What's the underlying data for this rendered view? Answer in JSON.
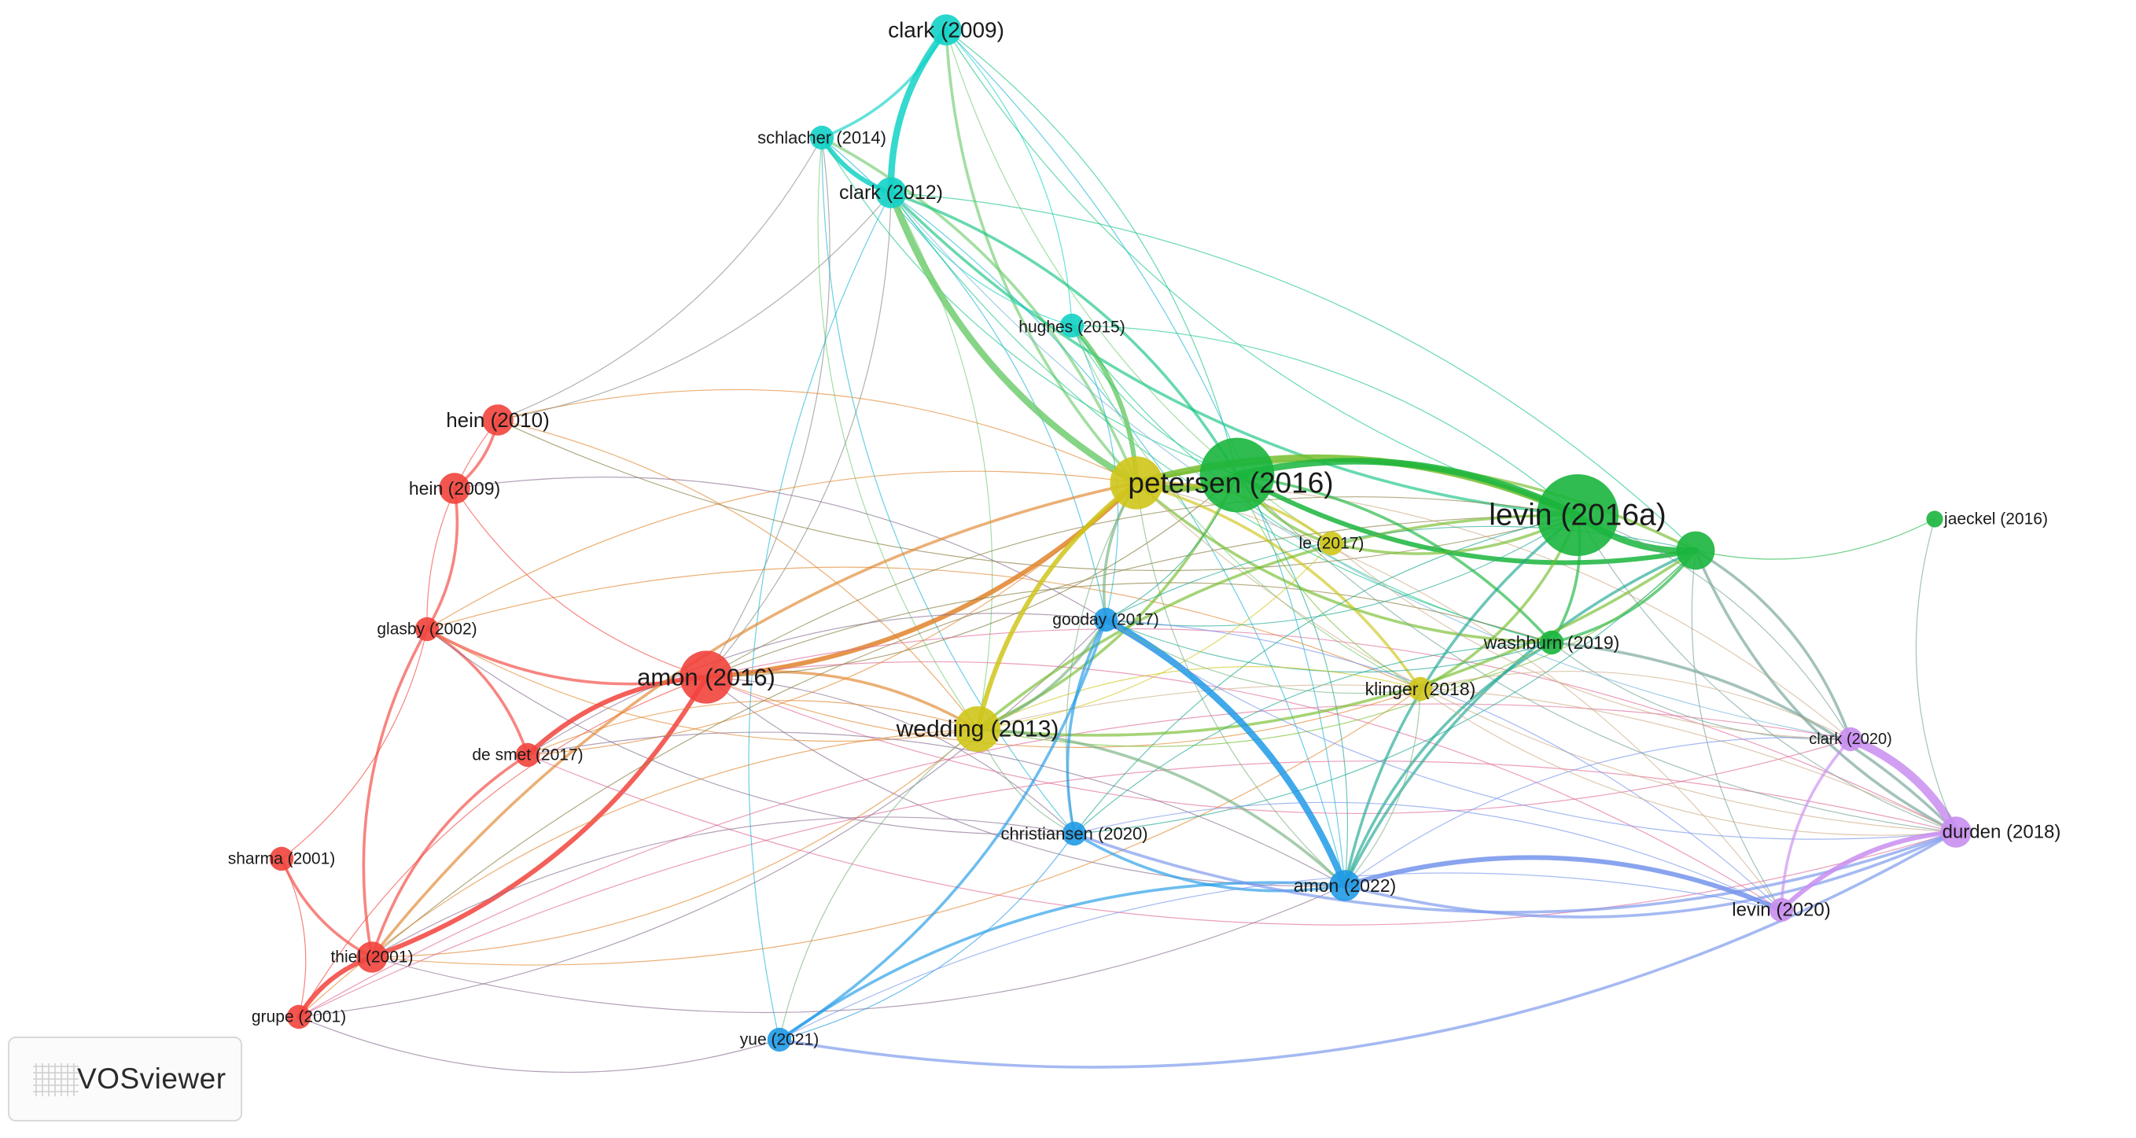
{
  "app": {
    "brand_name": "VOSviewer",
    "logo_icon": "vosviewer-logo-icon"
  },
  "clusters": {
    "red": "#f2433c",
    "green": "#1ab53d",
    "cyan": "#12d2c6",
    "yellow": "#cfc51a",
    "blue": "#1f9ae6",
    "purple": "#c98ef0"
  },
  "nodes": [
    {
      "id": "clark2009",
      "label": "clark (2009)",
      "cluster": "cyan",
      "weight": 3
    },
    {
      "id": "schlacher2014",
      "label": "schlacher (2014)",
      "cluster": "cyan",
      "weight": 2
    },
    {
      "id": "clark2012",
      "label": "clark (2012)",
      "cluster": "cyan",
      "weight": 3
    },
    {
      "id": "hughes2015",
      "label": "hughes (2015)",
      "cluster": "cyan",
      "weight": 2
    },
    {
      "id": "hein2010",
      "label": "hein (2010)",
      "cluster": "red",
      "weight": 3
    },
    {
      "id": "hein2009",
      "label": "hein (2009)",
      "cluster": "red",
      "weight": 3
    },
    {
      "id": "glasby2002",
      "label": "glasby (2002)",
      "cluster": "red",
      "weight": 2
    },
    {
      "id": "amon2016",
      "label": "amon (2016)",
      "cluster": "red",
      "weight": 6
    },
    {
      "id": "desmet2017",
      "label": "de smet (2017)",
      "cluster": "red",
      "weight": 2
    },
    {
      "id": "sharma2001",
      "label": "sharma (2001)",
      "cluster": "red",
      "weight": 2
    },
    {
      "id": "thiel2001",
      "label": "thiel (2001)",
      "cluster": "red",
      "weight": 3
    },
    {
      "id": "grupe2001",
      "label": "grupe (2001)",
      "cluster": "red",
      "weight": 2
    },
    {
      "id": "petersen2016",
      "label": "petersen (2016)",
      "cluster": "yellow",
      "weight": 6
    },
    {
      "id": "wedding2013",
      "label": "wedding (2013)",
      "cluster": "yellow",
      "weight": 5
    },
    {
      "id": "le2017",
      "label": "le (2017)",
      "cluster": "yellow",
      "weight": 2
    },
    {
      "id": "klinger2018",
      "label": "klinger (2018)",
      "cluster": "yellow",
      "weight": 2
    },
    {
      "id": "greenhub",
      "label": "",
      "cluster": "green",
      "weight": 9
    },
    {
      "id": "levin2016a",
      "label": "levin (2016a)",
      "cluster": "green",
      "weight": 10
    },
    {
      "id": "greenright",
      "label": "",
      "cluster": "green",
      "weight": 4
    },
    {
      "id": "jaeckel2016",
      "label": "jaeckel (2016)",
      "cluster": "green",
      "weight": 1
    },
    {
      "id": "washburn2019",
      "label": "washburn (2019)",
      "cluster": "green",
      "weight": 2
    },
    {
      "id": "gooday2017",
      "label": "gooday (2017)",
      "cluster": "blue",
      "weight": 2
    },
    {
      "id": "christiansen2020",
      "label": "christiansen (2020)",
      "cluster": "blue",
      "weight": 2
    },
    {
      "id": "amon2022",
      "label": "amon (2022)",
      "cluster": "blue",
      "weight": 3
    },
    {
      "id": "yue2021",
      "label": "yue (2021)",
      "cluster": "blue",
      "weight": 2
    },
    {
      "id": "clark2020",
      "label": "clark (2020)",
      "cluster": "purple",
      "weight": 2
    },
    {
      "id": "durden2018",
      "label": "durden (2018)",
      "cluster": "purple",
      "weight": 3
    },
    {
      "id": "levin2020",
      "label": "levin (2020)",
      "cluster": "purple",
      "weight": 2
    }
  ],
  "links": [
    [
      "clark2009",
      "clark2012",
      4
    ],
    [
      "clark2009",
      "schlacher2014",
      2
    ],
    [
      "clark2009",
      "petersen2016",
      2
    ],
    [
      "clark2009",
      "greenhub",
      1
    ],
    [
      "clark2009",
      "levin2016a",
      1
    ],
    [
      "clark2009",
      "hughes2015",
      1
    ],
    [
      "clark2009",
      "le2017",
      1
    ],
    [
      "clark2009",
      "amon2022",
      1
    ],
    [
      "schlacher2014",
      "clark2012",
      3
    ],
    [
      "schlacher2014",
      "petersen2016",
      2
    ],
    [
      "schlacher2014",
      "wedding2013",
      1
    ],
    [
      "schlacher2014",
      "amon2016",
      1
    ],
    [
      "schlacher2014",
      "greenhub",
      1
    ],
    [
      "schlacher2014",
      "gooday2017",
      1
    ],
    [
      "schlacher2014",
      "christiansen2020",
      1
    ],
    [
      "schlacher2014",
      "hein2010",
      1
    ],
    [
      "clark2012",
      "petersen2016",
      4
    ],
    [
      "clark2012",
      "greenhub",
      2
    ],
    [
      "clark2012",
      "levin2016a",
      2
    ],
    [
      "clark2012",
      "greenright",
      1
    ],
    [
      "clark2012",
      "hughes2015",
      1
    ],
    [
      "clark2012",
      "wedding2013",
      1
    ],
    [
      "clark2012",
      "washburn2019",
      1
    ],
    [
      "clark2012",
      "amon2022",
      1
    ],
    [
      "clark2012",
      "clark2020",
      1
    ],
    [
      "clark2012",
      "amon2016",
      1
    ],
    [
      "clark2012",
      "yue2021",
      1
    ],
    [
      "hughes2015",
      "petersen2016",
      3
    ],
    [
      "hughes2015",
      "greenhub",
      1
    ],
    [
      "hughes2015",
      "levin2016a",
      1
    ],
    [
      "hughes2015",
      "washburn2019",
      1
    ],
    [
      "hughes2015",
      "gooday2017",
      1
    ],
    [
      "hughes2015",
      "klinger2018",
      1
    ],
    [
      "hein2010",
      "hein2009",
      2
    ],
    [
      "hein2010",
      "glasby2002",
      1
    ],
    [
      "hein2010",
      "petersen2016",
      1
    ],
    [
      "hein2010",
      "clark2012",
      1
    ],
    [
      "hein2010",
      "wedding2013",
      1
    ],
    [
      "hein2010",
      "levin2016a",
      1
    ],
    [
      "hein2009",
      "glasby2002",
      2
    ],
    [
      "hein2009",
      "amon2016",
      1
    ],
    [
      "hein2009",
      "gooday2017",
      1
    ],
    [
      "glasby2002",
      "amon2016",
      2
    ],
    [
      "glasby2002",
      "desmet2017",
      2
    ],
    [
      "glasby2002",
      "thiel2001",
      2
    ],
    [
      "glasby2002",
      "sharma2001",
      1
    ],
    [
      "glasby2002",
      "wedding2013",
      1
    ],
    [
      "glasby2002",
      "klinger2018",
      1
    ],
    [
      "glasby2002",
      "christiansen2020",
      1
    ],
    [
      "glasby2002",
      "petersen2016",
      1
    ],
    [
      "amon2016",
      "desmet2017",
      3
    ],
    [
      "amon2016",
      "thiel2001",
      3
    ],
    [
      "amon2016",
      "petersen2016",
      3
    ],
    [
      "amon2016",
      "wedding2013",
      2
    ],
    [
      "amon2016",
      "greenhub",
      1
    ],
    [
      "amon2016",
      "levin2016a",
      1
    ],
    [
      "amon2016",
      "amon2022",
      1
    ],
    [
      "amon2016",
      "christiansen2020",
      1
    ],
    [
      "amon2016",
      "klinger2018",
      1
    ],
    [
      "amon2016",
      "durden2018",
      1
    ],
    [
      "amon2016",
      "clark2020",
      1
    ],
    [
      "amon2016",
      "levin2020",
      1
    ],
    [
      "amon2016",
      "grupe2001",
      1
    ],
    [
      "amon2016",
      "washburn2019",
      1
    ],
    [
      "desmet2017",
      "thiel2001",
      2
    ],
    [
      "desmet2017",
      "wedding2013",
      1
    ],
    [
      "desmet2017",
      "petersen2016",
      1
    ],
    [
      "desmet2017",
      "amon2022",
      1
    ],
    [
      "desmet2017",
      "durden2018",
      1
    ],
    [
      "desmet2017",
      "gooday2017",
      1
    ],
    [
      "sharma2001",
      "thiel2001",
      2
    ],
    [
      "sharma2001",
      "grupe2001",
      1
    ],
    [
      "thiel2001",
      "grupe2001",
      3
    ],
    [
      "thiel2001",
      "petersen2016",
      2
    ],
    [
      "thiel2001",
      "wedding2013",
      1
    ],
    [
      "thiel2001",
      "levin2016a",
      1
    ],
    [
      "thiel2001",
      "amon2022",
      1
    ],
    [
      "thiel2001",
      "christiansen2020",
      1
    ],
    [
      "thiel2001",
      "klinger2018",
      1
    ],
    [
      "grupe2001",
      "wedding2013",
      1
    ],
    [
      "grupe2001",
      "yue2021",
      1
    ],
    [
      "grupe2001",
      "durden2018",
      1
    ],
    [
      "grupe2001",
      "gooday2017",
      1
    ],
    [
      "grupe2001",
      "clark2020",
      1
    ],
    [
      "petersen2016",
      "greenhub",
      4
    ],
    [
      "petersen2016",
      "levin2016a",
      4
    ],
    [
      "petersen2016",
      "wedding2013",
      3
    ],
    [
      "petersen2016",
      "le2017",
      2
    ],
    [
      "petersen2016",
      "washburn2019",
      2
    ],
    [
      "petersen2016",
      "klinger2018",
      2
    ],
    [
      "petersen2016",
      "gooday2017",
      2
    ],
    [
      "petersen2016",
      "greenright",
      2
    ],
    [
      "petersen2016",
      "amon2022",
      1
    ],
    [
      "petersen2016",
      "clark2020",
      1
    ],
    [
      "petersen2016",
      "durden2018",
      1
    ],
    [
      "petersen2016",
      "levin2020",
      1
    ],
    [
      "petersen2016",
      "christiansen2020",
      1
    ],
    [
      "greenhub",
      "levin2016a",
      4
    ],
    [
      "greenhub",
      "greenright",
      3
    ],
    [
      "greenhub",
      "washburn2019",
      2
    ],
    [
      "greenhub",
      "le2017",
      2
    ],
    [
      "greenhub",
      "wedding2013",
      2
    ],
    [
      "greenhub",
      "klinger2018",
      1
    ],
    [
      "greenhub",
      "amon2022",
      1
    ],
    [
      "greenhub",
      "durden2018",
      1
    ],
    [
      "greenhub",
      "gooday2017",
      1
    ],
    [
      "levin2016a",
      "greenright",
      4
    ],
    [
      "levin2016a",
      "washburn2019",
      2
    ],
    [
      "levin2016a",
      "wedding2013",
      2
    ],
    [
      "levin2016a",
      "klinger2018",
      2
    ],
    [
      "levin2016a",
      "amon2022",
      2
    ],
    [
      "levin2016a",
      "le2017",
      2
    ],
    [
      "levin2016a",
      "christiansen2020",
      1
    ],
    [
      "levin2016a",
      "clark2020",
      1
    ],
    [
      "levin2016a",
      "durden2018",
      1
    ],
    [
      "levin2016a",
      "gooday2017",
      1
    ],
    [
      "greenright",
      "jaeckel2016",
      1
    ],
    [
      "greenright",
      "washburn2019",
      2
    ],
    [
      "greenright",
      "durden2018",
      2
    ],
    [
      "greenright",
      "clark2020",
      2
    ],
    [
      "greenright",
      "amon2022",
      2
    ],
    [
      "greenright",
      "wedding2013",
      2
    ],
    [
      "greenright",
      "levin2020",
      1
    ],
    [
      "greenright",
      "klinger2018",
      1
    ],
    [
      "greenright",
      "gooday2017",
      1
    ],
    [
      "greenright",
      "christiansen2020",
      1
    ],
    [
      "washburn2019",
      "amon2022",
      2
    ],
    [
      "washburn2019",
      "wedding2013",
      1
    ],
    [
      "washburn2019",
      "clark2020",
      1
    ],
    [
      "washburn2019",
      "durden2018",
      2
    ],
    [
      "washburn2019",
      "christiansen2020",
      1
    ],
    [
      "washburn2019",
      "gooday2017",
      1
    ],
    [
      "wedding2013",
      "gooday2017",
      2
    ],
    [
      "wedding2013",
      "amon2022",
      2
    ],
    [
      "wedding2013",
      "christiansen2020",
      1
    ],
    [
      "wedding2013",
      "klinger2018",
      1
    ],
    [
      "wedding2013",
      "le2017",
      1
    ],
    [
      "wedding2013",
      "durden2018",
      1
    ],
    [
      "wedding2013",
      "yue2021",
      1
    ],
    [
      "gooday2017",
      "amon2022",
      4
    ],
    [
      "gooday2017",
      "christiansen2020",
      2
    ],
    [
      "gooday2017",
      "yue2021",
      2
    ],
    [
      "gooday2017",
      "klinger2018",
      1
    ],
    [
      "gooday2017",
      "levin2020",
      1
    ],
    [
      "gooday2017",
      "durden2018",
      1
    ],
    [
      "amon2022",
      "christiansen2020",
      2
    ],
    [
      "amon2022",
      "yue2021",
      2
    ],
    [
      "amon2022",
      "levin2020",
      3
    ],
    [
      "amon2022",
      "durden2018",
      2
    ],
    [
      "amon2022",
      "clark2020",
      1
    ],
    [
      "amon2022",
      "klinger2018",
      1
    ],
    [
      "christiansen2020",
      "yue2021",
      1
    ],
    [
      "christiansen2020",
      "durden2018",
      2
    ],
    [
      "christiansen2020",
      "levin2020",
      1
    ],
    [
      "yue2021",
      "durden2018",
      2
    ],
    [
      "yue2021",
      "levin2020",
      1
    ],
    [
      "klinger2018",
      "durden2018",
      1
    ],
    [
      "klinger2018",
      "clark2020",
      1
    ],
    [
      "le2017",
      "clark2020",
      1
    ],
    [
      "clark2020",
      "durden2018",
      5
    ],
    [
      "clark2020",
      "levin2020",
      2
    ],
    [
      "levin2020",
      "durden2018",
      3
    ],
    [
      "jaeckel2016",
      "durden2018",
      1
    ]
  ]
}
